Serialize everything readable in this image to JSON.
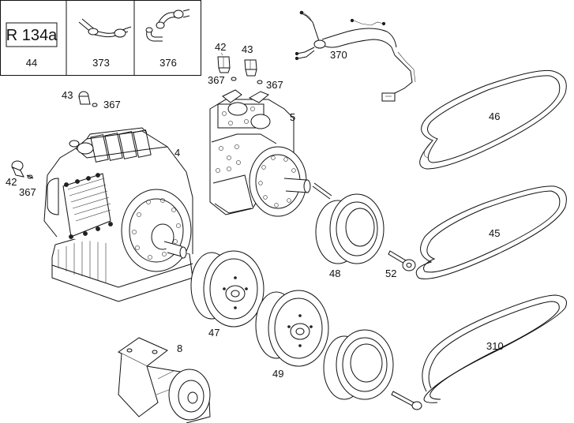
{
  "inset": {
    "badge_text": "R 134a",
    "cells": [
      {
        "label": "44"
      },
      {
        "label": "373"
      },
      {
        "label": "376"
      }
    ]
  },
  "callouts": {
    "c42_top": "42",
    "c43_top": "43",
    "c367_top_left": "367",
    "c367_top_right": "367",
    "c370": "370",
    "c43_left": "43",
    "c367_left_top": "367",
    "c5": "5",
    "c4": "4",
    "c42_left": "42",
    "c367_left": "367",
    "c46": "46",
    "c45": "45",
    "c48": "48",
    "c52": "52",
    "c47": "47",
    "c8": "8",
    "c49": "49",
    "c310": "310"
  }
}
